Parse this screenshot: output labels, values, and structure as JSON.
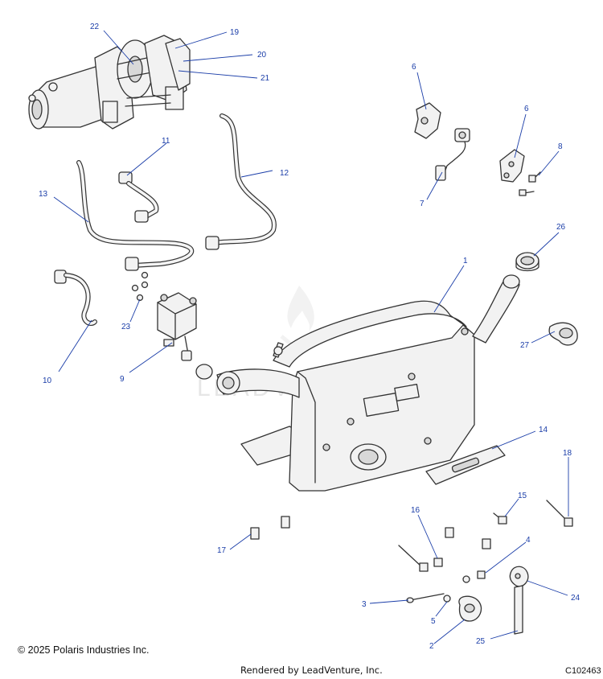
{
  "diagram": {
    "callouts": [
      {
        "id": "1",
        "label": "1"
      },
      {
        "id": "2",
        "label": "2"
      },
      {
        "id": "3",
        "label": "3"
      },
      {
        "id": "4",
        "label": "4"
      },
      {
        "id": "5",
        "label": "5"
      },
      {
        "id": "6a",
        "label": "6"
      },
      {
        "id": "6b",
        "label": "6"
      },
      {
        "id": "7",
        "label": "7"
      },
      {
        "id": "8",
        "label": "8"
      },
      {
        "id": "9",
        "label": "9"
      },
      {
        "id": "10",
        "label": "10"
      },
      {
        "id": "11",
        "label": "11"
      },
      {
        "id": "12",
        "label": "12"
      },
      {
        "id": "13",
        "label": "13"
      },
      {
        "id": "14",
        "label": "14"
      },
      {
        "id": "15",
        "label": "15"
      },
      {
        "id": "16",
        "label": "16"
      },
      {
        "id": "17",
        "label": "17"
      },
      {
        "id": "18",
        "label": "18"
      },
      {
        "id": "19",
        "label": "19"
      },
      {
        "id": "20",
        "label": "20"
      },
      {
        "id": "21",
        "label": "21"
      },
      {
        "id": "22",
        "label": "22"
      },
      {
        "id": "23",
        "label": "23"
      },
      {
        "id": "24",
        "label": "24"
      },
      {
        "id": "25",
        "label": "25"
      },
      {
        "id": "26",
        "label": "26"
      },
      {
        "id": "27",
        "label": "27"
      }
    ],
    "watermark": "LEADVENTURE"
  },
  "footer": {
    "copyright": "© 2025 Polaris Industries Inc.",
    "rendered_by": "Rendered by LeadVenture, Inc.",
    "diagram_code": "C102463"
  },
  "colors": {
    "callout": "#1a3da8",
    "line": "#333333",
    "part_fill": "#f2f2f2"
  }
}
